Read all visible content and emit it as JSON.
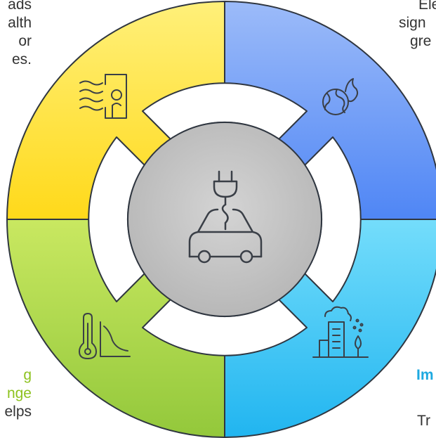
{
  "colors": {
    "yellow": "#FFE033",
    "blue": "#5B8DF6",
    "green": "#9BCB3C",
    "cyan": "#3FC6F5",
    "green_text": "#8DC21F",
    "cyan_text": "#1EA9E0",
    "center": "#BDBDBD",
    "outline": "#2F3640"
  },
  "icons": {
    "center": "electric-car-icon",
    "top_left": "wind-window-icon",
    "top_right": "burning-globe-icon",
    "bottom_left": "thermometer-chart-icon",
    "bottom_right": "city-pollution-icon"
  },
  "texts": {
    "top_left": [
      "ads",
      "alth",
      "or",
      "es."
    ],
    "top_right": [
      "Ele",
      "sign",
      "gre"
    ],
    "bottom_left": [
      "g",
      "nge",
      "elps"
    ],
    "bottom_right_title": "Im",
    "bottom_right_body": "Tr"
  }
}
